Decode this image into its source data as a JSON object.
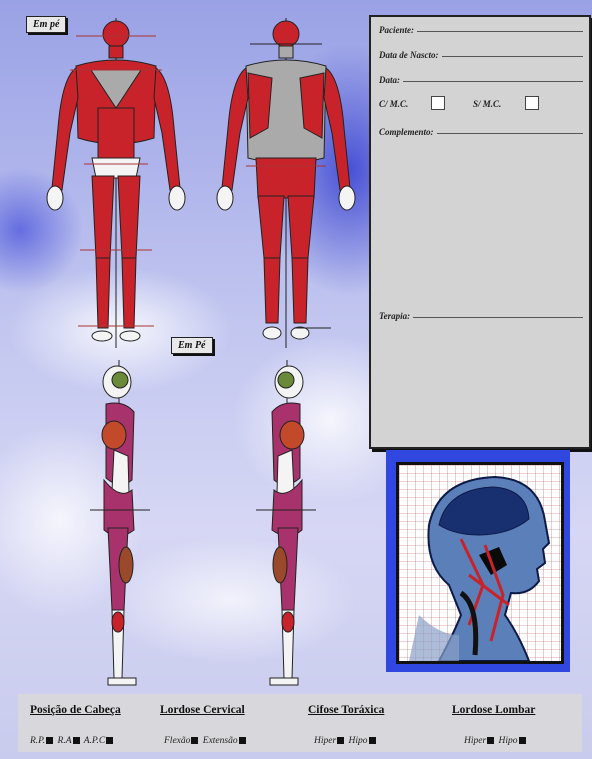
{
  "labels": {
    "stand_front": "Em pé",
    "stand_side": "Em Pé"
  },
  "form": {
    "patient_label": "Paciente:",
    "birth_label": "Data de Nascto:",
    "date_label": "Data:",
    "with_mc_label": "C/ M.C.",
    "without_mc_label": "S/ M.C.",
    "complement_label": "Complemento:",
    "therapy_label": "Terapia:"
  },
  "categories": [
    {
      "title": "Posição de Cabeça",
      "options": [
        "R.P.",
        "R.A",
        "A.P.C"
      ]
    },
    {
      "title": "Lordose Cervical",
      "options": [
        "Flexão",
        "Extensão"
      ]
    },
    {
      "title": "Cifose Toráxica",
      "options": [
        "Hiper",
        "Hipo"
      ]
    },
    {
      "title": "Lordose Lombar",
      "options": [
        "Hiper",
        "Hipo"
      ]
    }
  ],
  "colors": {
    "muscle": "#c8232a",
    "bone": "#f4f4f4",
    "accent_blue": "#3148e0"
  },
  "icons": {
    "front": "body-front-figure",
    "back": "body-back-figure",
    "side_left": "body-side-left-figure",
    "side_right": "body-side-right-figure",
    "head": "head-neck-anatomy-figure"
  }
}
